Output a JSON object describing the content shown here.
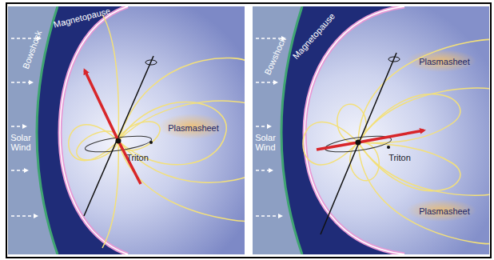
{
  "diagram": {
    "labels": [
      "Bowshock",
      "Magnetopause",
      "Solar Wind",
      "Plasmasheet",
      "Triton",
      "Bowshock",
      "Magnetopause",
      "Solar Wind",
      "Plasmasheet",
      "Triton",
      "Plasmasheet"
    ]
  }
}
